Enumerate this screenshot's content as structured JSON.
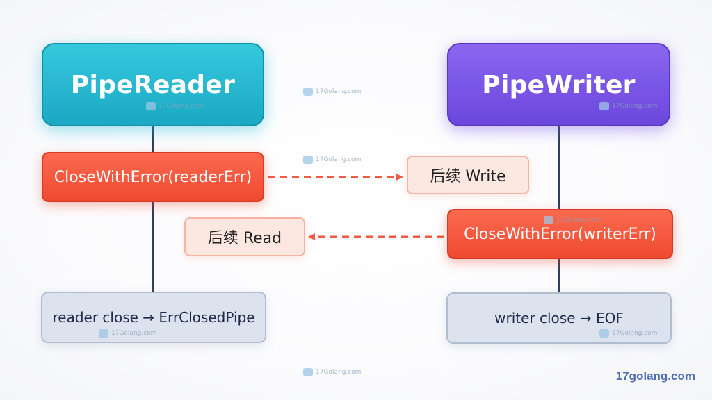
{
  "reader": {
    "title": "PipeReader",
    "error_call": "CloseWithError(readerErr)",
    "close_result": "reader close → ErrClosedPipe"
  },
  "writer": {
    "title": "PipeWriter",
    "error_call": "CloseWithError(writerErr)",
    "close_result": "writer close → EOF"
  },
  "effects": {
    "subsequent_write": "后续 Write",
    "subsequent_read": "后续 Read"
  },
  "watermark": {
    "text": "17Golang.com"
  },
  "brand": "17golang.com",
  "colors": {
    "reader_accent": "#1fb3cc",
    "writer_accent": "#6f4ae0",
    "error_red": "#f4553b",
    "effect_fill": "#fde8e1",
    "close_fill": "#dde3ee",
    "connector_line": "#2e3e5c",
    "dashed_arrow": "#ee5a42",
    "brand_text": "#4f6db2"
  }
}
